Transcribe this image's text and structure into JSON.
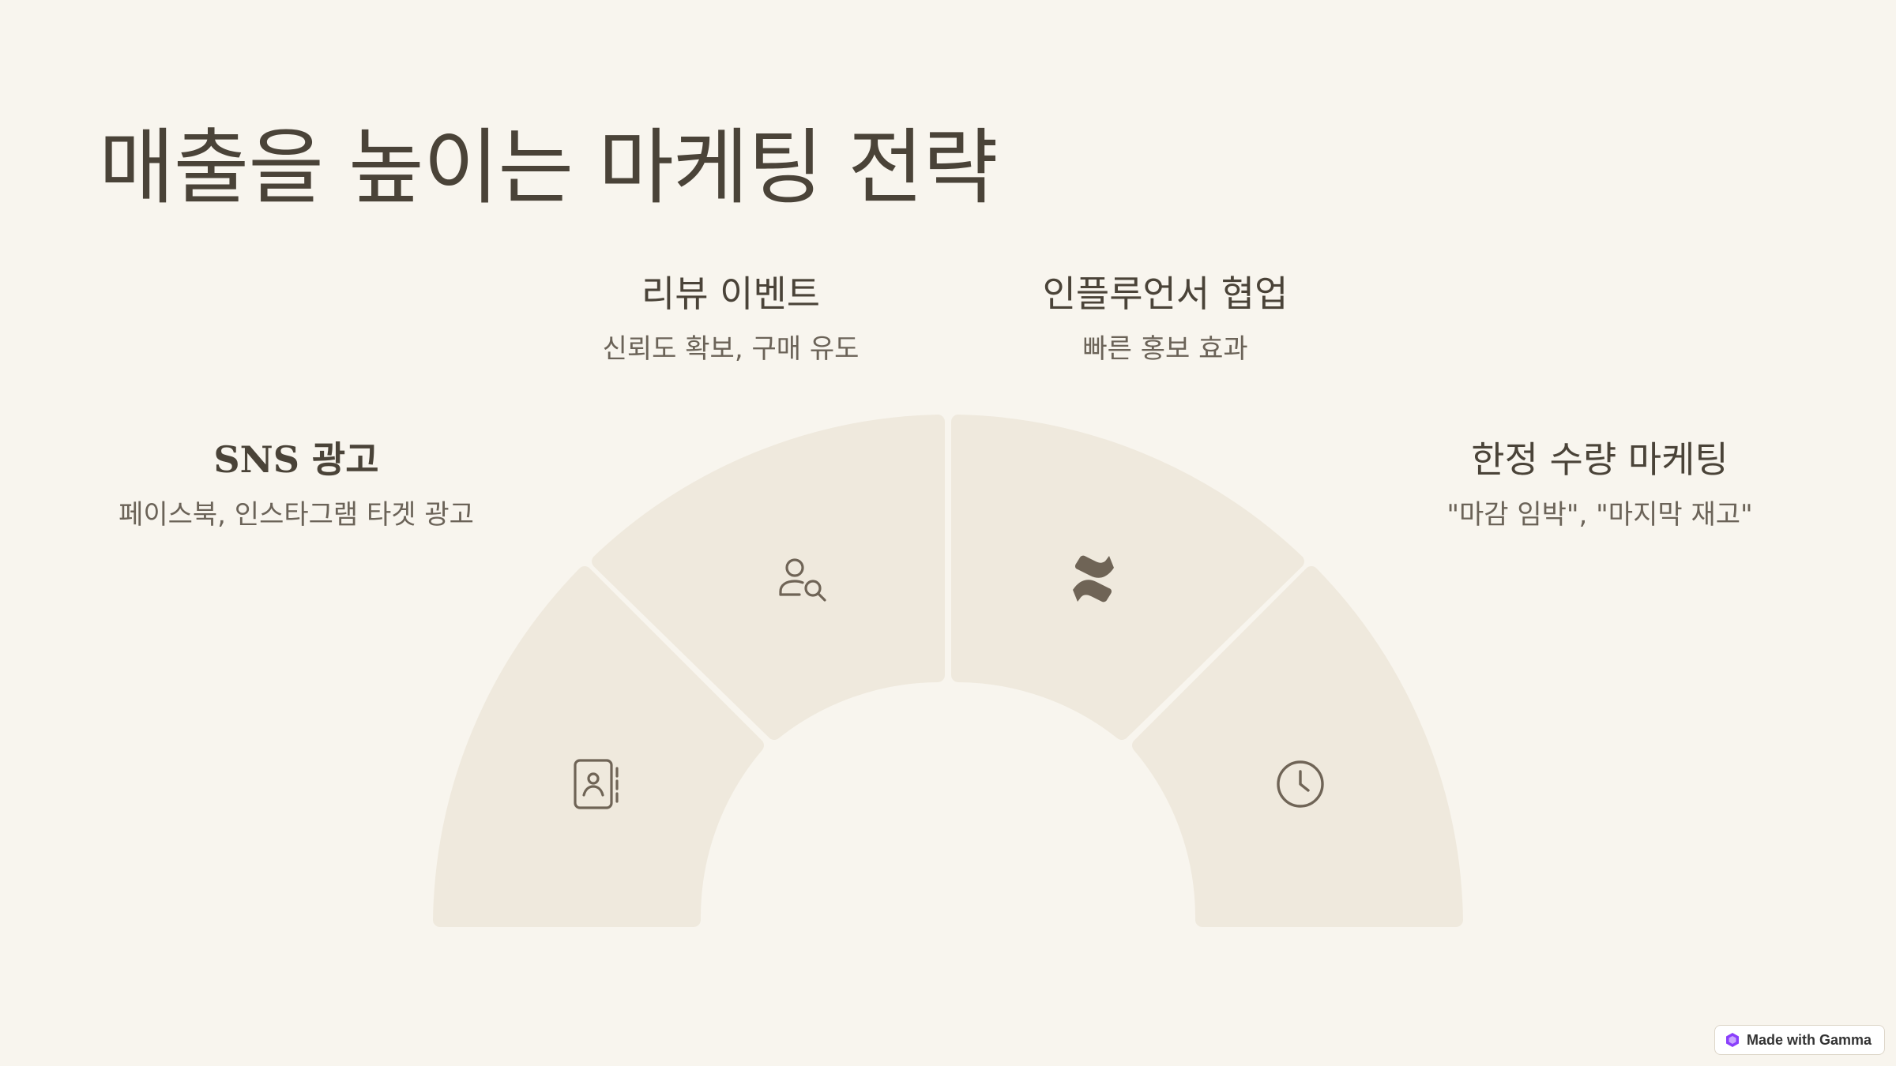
{
  "slide": {
    "title": "매출을 높이는 마케팅 전략"
  },
  "items": [
    {
      "title": "SNS 광고",
      "description": "페이스북, 인스타그램 타겟 광고",
      "icon": "contact-book-icon"
    },
    {
      "title": "리뷰 이벤트",
      "description": "신뢰도 확보, 구매 유도",
      "icon": "user-search-icon"
    },
    {
      "title": "인플루언서 협업",
      "description": "빠른 홍보 효과",
      "icon": "confluence-icon"
    },
    {
      "title": "한정 수량 마케팅",
      "description": "\"마감 임박\", \"마지막 재고\"",
      "icon": "clock-icon"
    }
  ],
  "colors": {
    "background": "#f8f5ee",
    "segment": "#efe9dd",
    "text": "#4a4338",
    "icon": "#6f6456"
  },
  "badge": {
    "label": "Made with Gamma"
  }
}
